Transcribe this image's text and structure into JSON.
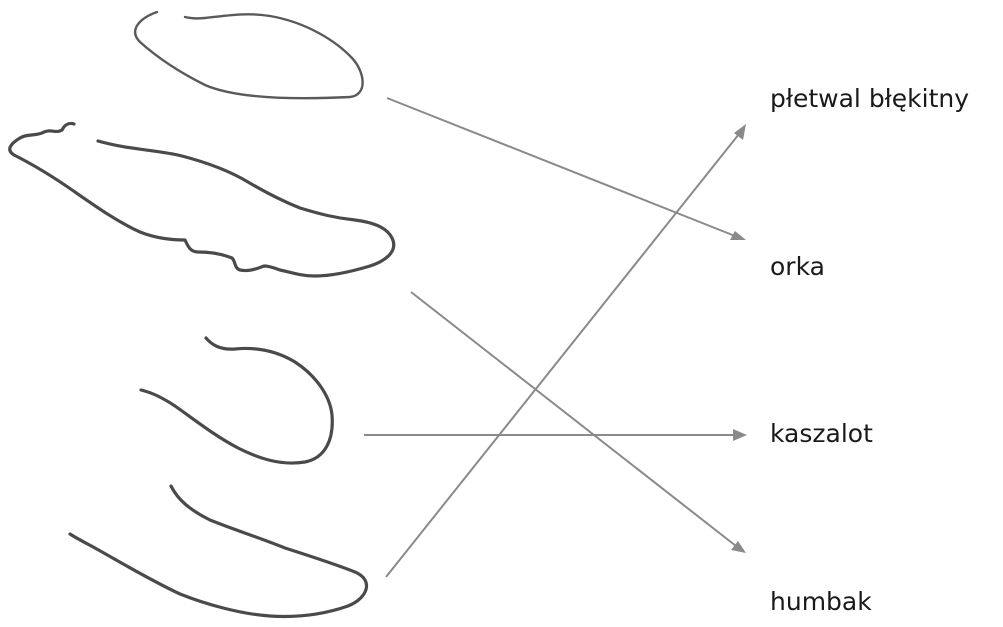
{
  "labels": [
    "płetwal błękitny",
    "orka",
    "kaszalot",
    "humbak"
  ],
  "connections": [
    {
      "from": "outline-1",
      "to": "orka"
    },
    {
      "from": "outline-2",
      "to": "humbak"
    },
    {
      "from": "outline-3",
      "to": "kaszalot"
    },
    {
      "from": "outline-4",
      "to": "płetwal błękitny"
    }
  ],
  "colors": {
    "outline": "#4a4a4a",
    "arrow": "#8a8a8a",
    "text": "#1a1a1a"
  }
}
